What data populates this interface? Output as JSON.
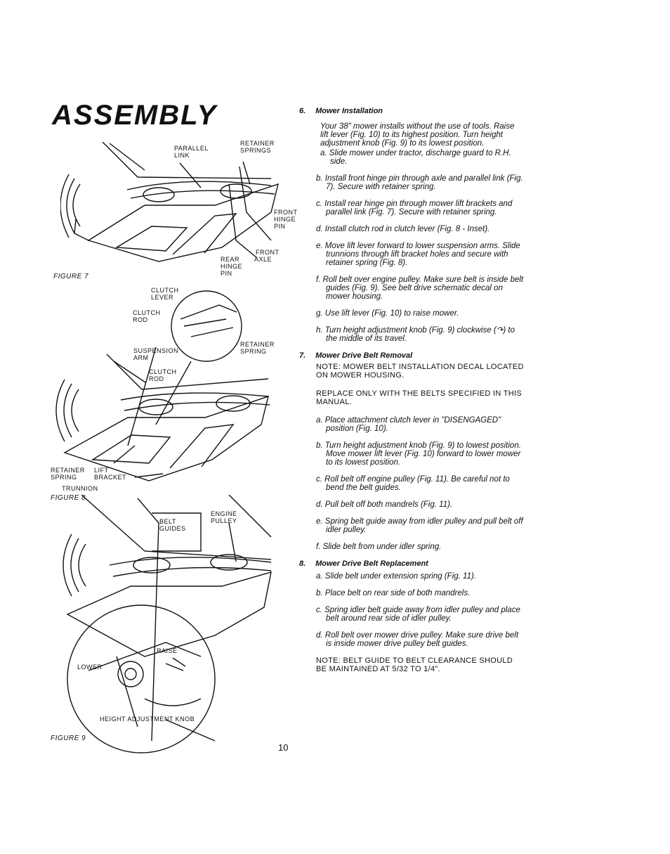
{
  "title": "ASSEMBLY",
  "page_number": "10",
  "figures": [
    {
      "caption": "FIGURE 7",
      "labels": {
        "parallel_link": [
          "PARALLEL",
          "LINK"
        ],
        "retainer_springs": [
          "RETAINER",
          "SPRINGS"
        ],
        "front_hinge_pin": [
          "FRONT",
          "HINGE",
          "PIN"
        ],
        "front_axle": [
          "FRONT",
          "AXLE"
        ],
        "rear_hinge_pin": [
          "REAR",
          "HINGE",
          "PIN"
        ]
      }
    },
    {
      "caption": "FIGURE 8",
      "labels": {
        "clutch_lever": [
          "CLUTCH",
          "LEVER"
        ],
        "clutch_rod_inset": [
          "CLUTCH",
          "ROD"
        ],
        "retainer_spring_right": [
          "RETAINER",
          "SPRING"
        ],
        "suspension_arm": [
          "SUSPENSION",
          "ARM"
        ],
        "clutch_rod": [
          "CLUTCH",
          "ROD"
        ],
        "retainer_spring_left": [
          "RETAINER",
          "SPRING"
        ],
        "lift_bracket": [
          "LIFT",
          "BRACKET"
        ],
        "trunnion": "TRUNNION"
      }
    },
    {
      "caption": "FIGURE 9",
      "labels": {
        "belt_guides": [
          "BELT",
          "GUIDES"
        ],
        "engine_pulley": [
          "ENGINE",
          "PULLEY"
        ],
        "raise": "RAISE",
        "lower": "LOWER",
        "height_adjustment_knob": "HEIGHT ADJUSTMENT KNOB"
      }
    }
  ],
  "sections": [
    {
      "number": "6.",
      "heading": "Mower Installation",
      "intro": "Your 38\" mower installs without the use of tools. Raise lift lever (Fig. 10) to its highest position. Turn height adjustment knob (Fig. 9) to its lowest position.",
      "steps": [
        "a. Slide mower under tractor, discharge guard to R.H. side.",
        "b. Install front hinge pin through axle and parallel link (Fig. 7). Secure with retainer spring.",
        "c. Install rear hinge pin through mower lift brackets and parallel link (Fig. 7). Secure with retainer spring.",
        "d. Install clutch rod in clutch lever (Fig. 8 - Inset).",
        "e. Move lift lever forward to lower suspension arms. Slide trunnions through lift bracket holes and secure with retainer spring (Fig. 8).",
        "f. Roll belt over engine pulley. Make sure belt is inside belt guides (Fig. 9). See belt drive schematic decal on mower housing.",
        "g. Use lift lever (Fig. 10) to raise mower.",
        "h. Turn height adjustment knob (Fig. 9) clockwise (↷) to the middle of its travel."
      ]
    },
    {
      "number": "7.",
      "heading": "Mower Drive Belt Removal",
      "notes": [
        "NOTE: MOWER BELT INSTALLATION DECAL LOCATED ON MOWER HOUSING.",
        "REPLACE ONLY WITH THE BELTS SPECIFIED IN THIS MANUAL."
      ],
      "steps": [
        "a. Place attachment clutch lever in \"DISENGAGED\" position (Fig. 10).",
        "b. Turn height adjustment knob (Fig. 9) to lowest position. Move mower lift lever (Fig. 10) forward to lower mower to its lowest position.",
        "c. Roll belt off engine pulley (Fig. 11). Be careful not to bend the belt guides.",
        "d. Pull belt off both mandrels (Fig. 11).",
        "e. Spring belt guide away from idler pulley and pull belt off idler pulley.",
        "f. Slide belt from under idler spring."
      ]
    },
    {
      "number": "8.",
      "heading": "Mower Drive Belt Replacement",
      "steps": [
        "a. Slide belt under extension spring (Fig. 11).",
        "b. Place belt on rear side of both mandrels.",
        "c. Spring idler belt guide away from idler pulley and place belt around rear side of idler pulley.",
        "d. Roll belt over mower drive pulley. Make sure drive belt is inside mower drive pulley belt guides."
      ],
      "notes_after": [
        "NOTE: BELT GUIDE TO BELT CLEARANCE SHOULD BE MAINTAINED AT 5/32 TO 1/4\"."
      ]
    }
  ]
}
